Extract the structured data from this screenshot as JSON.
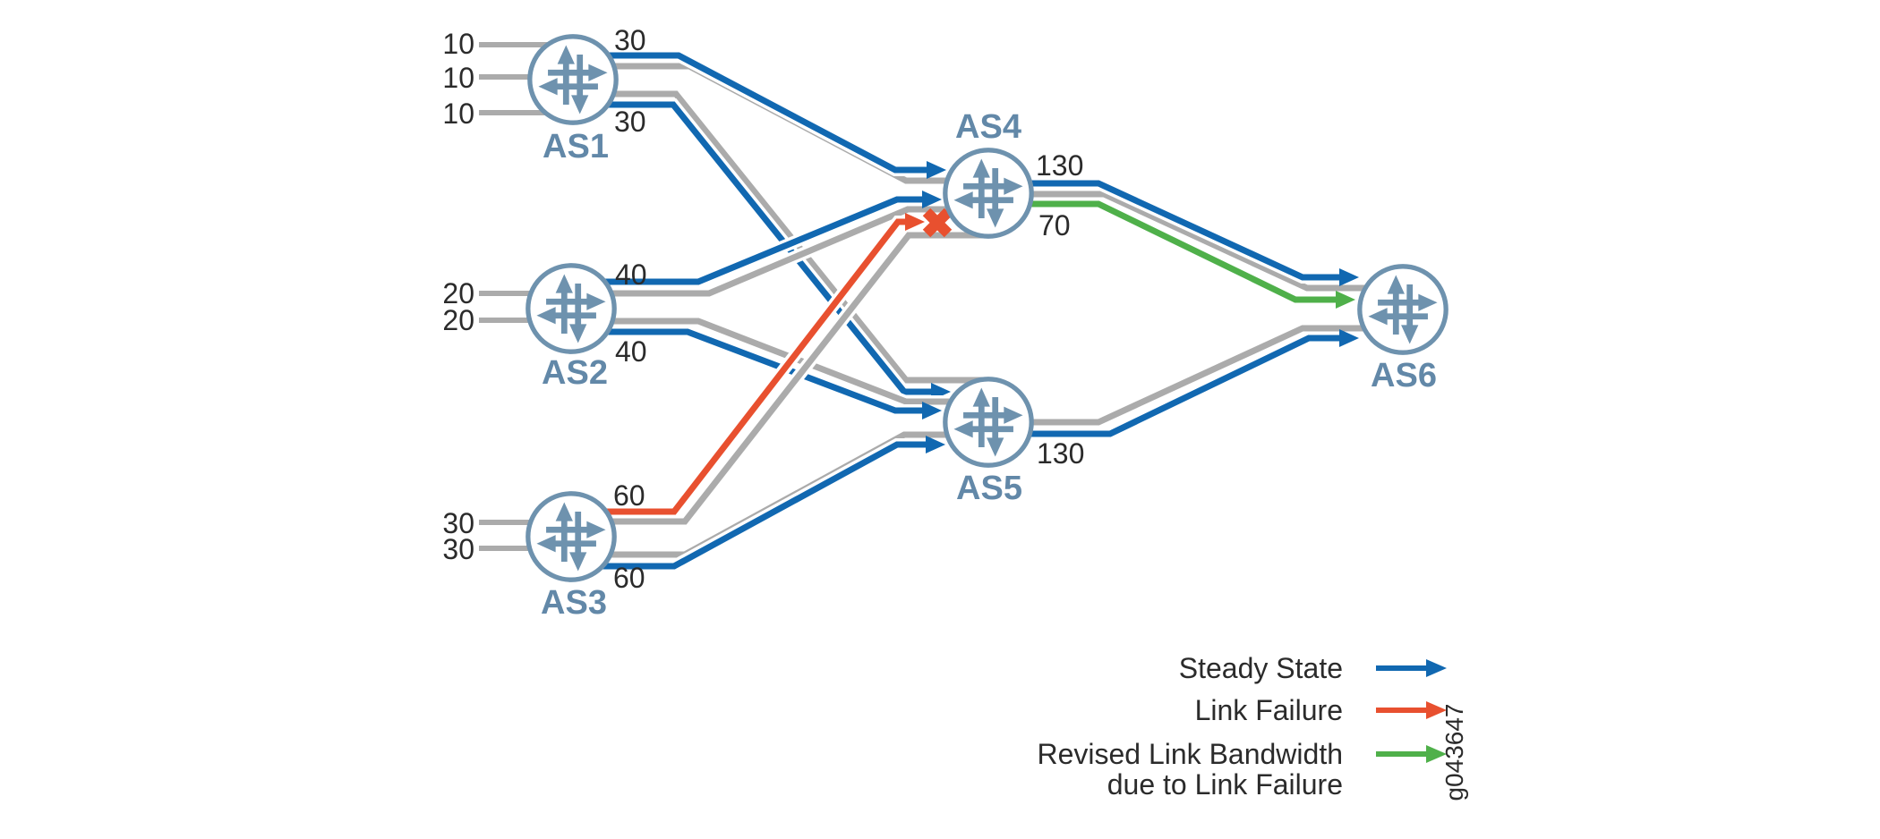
{
  "colors": {
    "steady": "#1168b1",
    "physical": "#ababab",
    "failure": "#e8502f",
    "revised": "#4fb04a",
    "node": "#6e92ae",
    "node_label": "#6288a8",
    "text": "#2b2b2b"
  },
  "nodes": {
    "as1": {
      "label": "AS1",
      "inputs": [
        "10",
        "10",
        "10"
      ],
      "out_top": "30",
      "out_bottom": "30"
    },
    "as2": {
      "label": "AS2",
      "inputs": [
        "20",
        "20"
      ],
      "out_top": "40",
      "out_bottom": "40"
    },
    "as3": {
      "label": "AS3",
      "inputs": [
        "30",
        "30"
      ],
      "out_top": "60",
      "out_bottom": "60"
    },
    "as4": {
      "label": "AS4",
      "out_steady": "130",
      "out_revised": "70"
    },
    "as5": {
      "label": "AS5",
      "out_steady": "130"
    },
    "as6": {
      "label": "AS6"
    }
  },
  "legend": {
    "steady": "Steady State",
    "failure": "Link Failure",
    "revised_line1": "Revised Link Bandwidth",
    "revised_line2": "due to Link Failure"
  },
  "figure_id": "g043647"
}
